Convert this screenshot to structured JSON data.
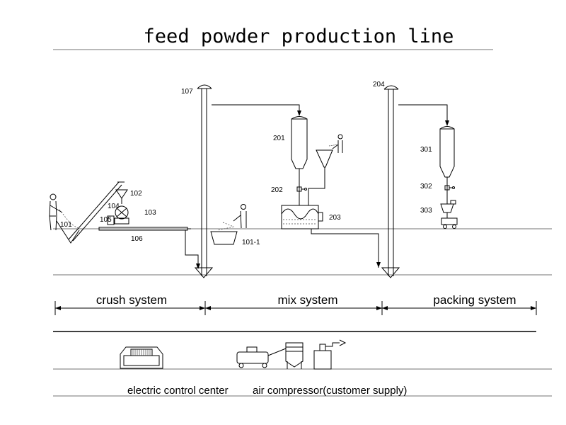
{
  "title": "feed powder production line",
  "equipment_labels": {
    "e101": "101",
    "e101_1": "101-1",
    "e102": "102",
    "e103": "103",
    "e104": "104",
    "e105": "105",
    "e106": "106",
    "e107": "107",
    "e201": "201",
    "e202": "202",
    "e203": "203",
    "e204": "204",
    "e301": "301",
    "e302": "302",
    "e303": "303"
  },
  "systems": {
    "crush": "crush system",
    "mix": "mix system",
    "packing": "packing system"
  },
  "legend": {
    "electric": "electric control center",
    "air": "air compressor(customer supply)"
  }
}
